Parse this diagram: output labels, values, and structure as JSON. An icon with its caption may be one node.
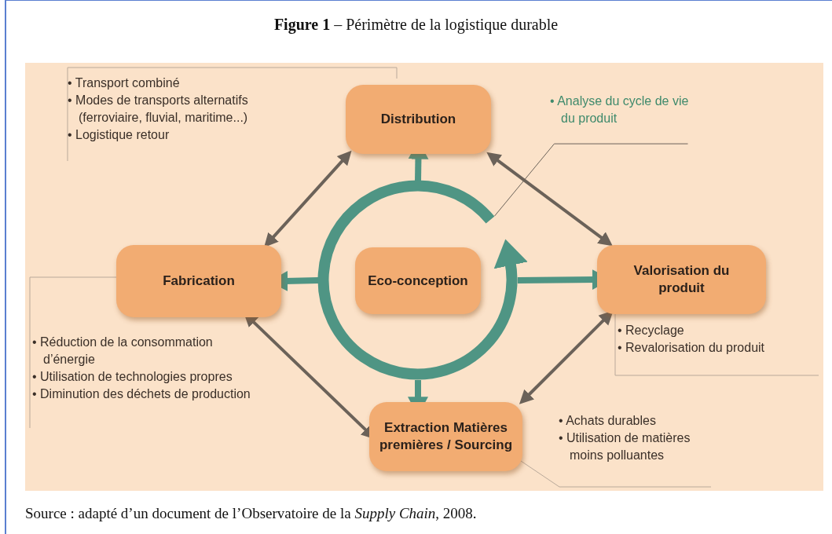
{
  "diagram": {
    "title": "**Figure 1** – Périmètre de la logistique durable",
    "caption": "Source : adapté d’un document de l’Observatoire de la *Supply Chain*, 2008.",
    "nodes": [
      {
        "text": [
          "Distribution"
        ],
        "beside": [
          "• Transport combiné",
          "• Modes de transports alternatifs (ferroviaire, fluvial, maritime...)",
          "• Logistique retour"
        ]
      },
      {
        "text": [
          "Fabrication"
        ],
        "beside": [
          "• Réduction de la consommation d’énergie",
          "• Utilisation de technologies propres",
          "• Diminution des déchets de production"
        ]
      },
      {
        "text": [
          "Eco-conception"
        ],
        "in": 6
      },
      {
        "text": [
          "Valorisation du produit"
        ],
        "beside": [
          "• Recyclage",
          "• Revalorisation du produit"
        ]
      },
      {
        "text": [
          "Extraction Matières premières / Sourcing"
        ],
        "beside": [
          "• Achats durables",
          "• Utilisation de matières moins polluantes"
        ]
      },
      {
        "text": [
          "• Analyse du cycle de vie du produit"
        ]
      },
      {
        "text": [],
        "shape": "circle"
      }
    ],
    "edges": [
      {
        "from": 6,
        "to": 0,
        "arrow": "to",
        "style": "thick",
        "color": "#4f9584"
      },
      {
        "from": 6,
        "to": 1,
        "arrow": "to",
        "style": "thick",
        "color": "#4f9584"
      },
      {
        "from": 6,
        "to": 3,
        "arrow": "to",
        "style": "thick",
        "color": "#4f9584"
      },
      {
        "from": 6,
        "to": 4,
        "arrow": "to",
        "style": "thick",
        "color": "#4f9584"
      },
      {
        "from": 0,
        "to": 1,
        "arrow": "both"
      },
      {
        "from": 0,
        "to": 3,
        "arrow": "both"
      },
      {
        "from": 1,
        "to": 4,
        "arrow": "both"
      },
      {
        "from": 3,
        "to": 4,
        "arrow": "both"
      },
      {
        "from": 5,
        "to": 6,
        "arrow": "none"
      }
    ]
  }
}
